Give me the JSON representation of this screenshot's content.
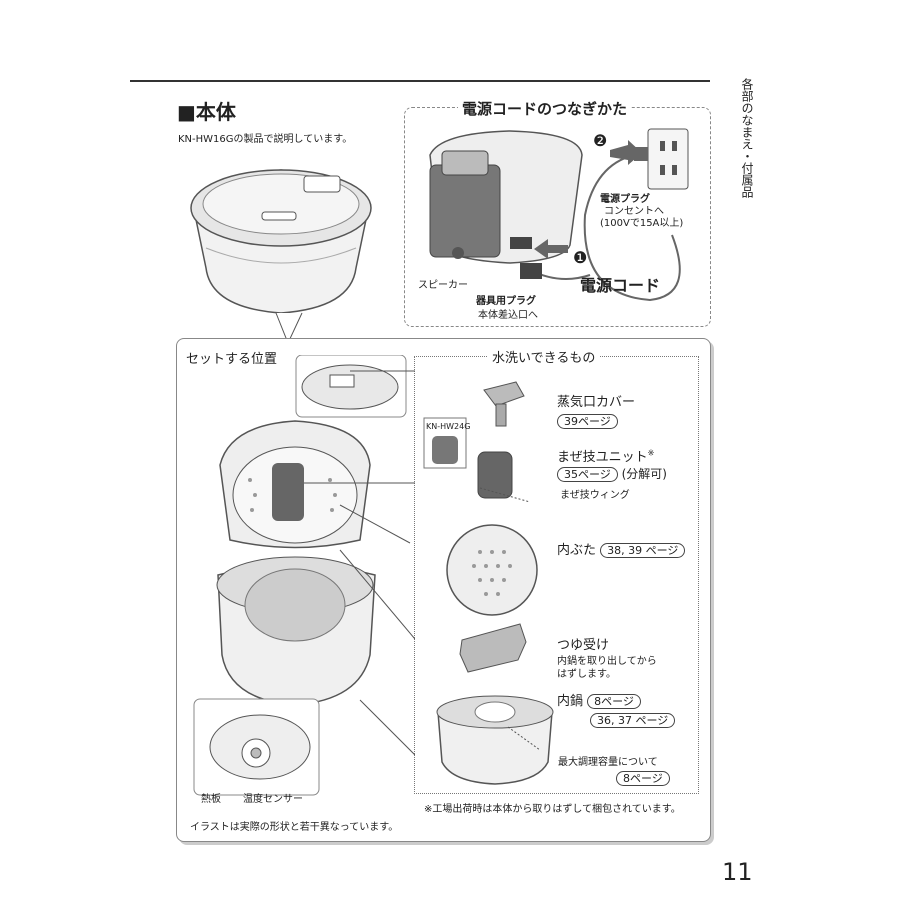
{
  "side_tab": "各部のなまえ・付属品",
  "page_number": "11",
  "main_section": {
    "title": "■本体",
    "subtitle": "KN-HW16Gの製品で説明しています。"
  },
  "power_cord": {
    "title": "電源コードのつなぎかた",
    "step1_mark": "❶",
    "step2_mark": "❷",
    "plug_label": "電源プラグ",
    "plug_note_1": "コンセントへ",
    "plug_note_2": "(100Vで15A以上)",
    "speaker_label": "スピーカー",
    "appliance_plug_label": "器具用プラグ",
    "appliance_plug_note": "本体差込口へ",
    "cord_label": "電源コード"
  },
  "set_position": {
    "title": "セットする位置",
    "heat_plate": "熱板",
    "temp_sensor": "温度センサー",
    "note": "イラストは実際の形状と若干異なっています。"
  },
  "washable": {
    "title": "水洗いできるもの",
    "model_tag": "KN-HW24G",
    "items": [
      {
        "name": "蒸気口カバー",
        "page": "39ページ"
      },
      {
        "name": "まぜ技ユニット",
        "mark": "※",
        "page": "35ページ",
        "extra": "(分解可)",
        "sub": "まぜ技ウィング"
      },
      {
        "name": "内ぶた",
        "page": "38, 39 ページ"
      },
      {
        "name": "つゆ受け",
        "note_1": "内鍋を取り出してから",
        "note_2": "はずします。"
      },
      {
        "name": "内鍋",
        "page": "8ページ",
        "page2": "36, 37 ページ",
        "sub": "最大調理容量について",
        "sub_page": "8ページ"
      }
    ],
    "footnote": "※工場出荷時は本体から取りはずして梱包されています。"
  }
}
